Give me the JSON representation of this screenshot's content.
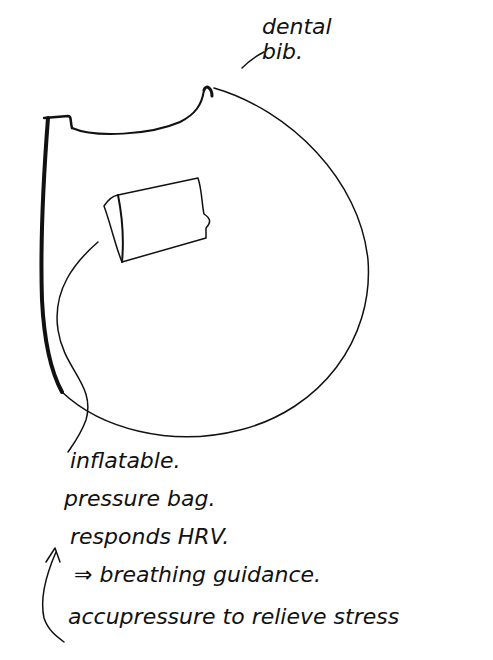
{
  "diagram": {
    "labels": [
      "dental bib.",
      "inflatable.",
      "pressure bag.",
      "responds HRV.",
      "⇒ breathing guidance.",
      "accupressure to relieve stress"
    ]
  }
}
